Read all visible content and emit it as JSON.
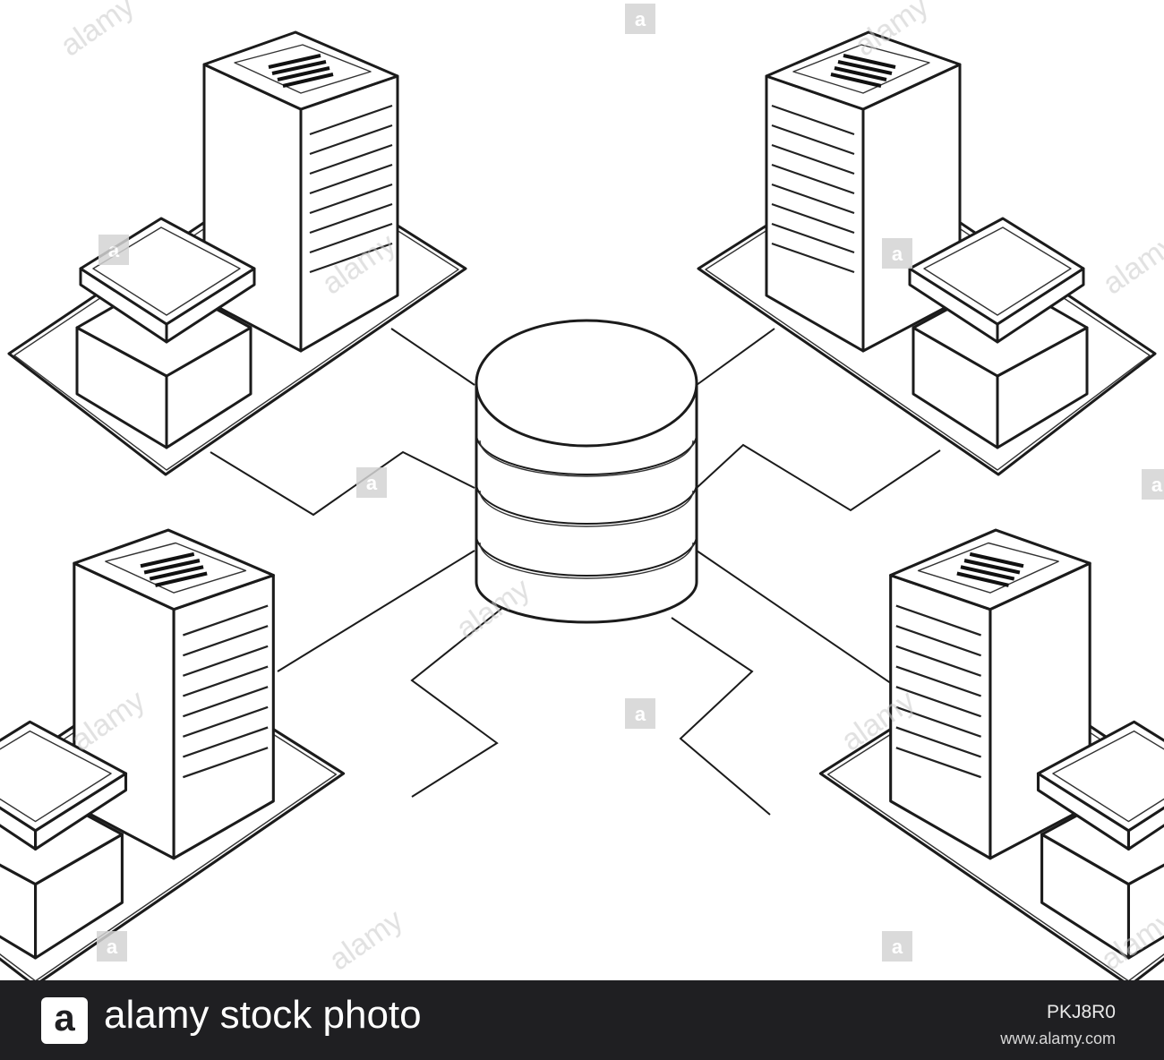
{
  "footer": {
    "logo_letter": "a",
    "brand_text": "alamy stock photo",
    "image_id": "PKJ8R0",
    "website": "www.alamy.com"
  },
  "watermark": {
    "word": "alamy",
    "badge_letter": "a"
  },
  "colors": {
    "ink": "#1b1b1b",
    "background": "#ffffff",
    "footer_bg": "#1f1f22"
  }
}
